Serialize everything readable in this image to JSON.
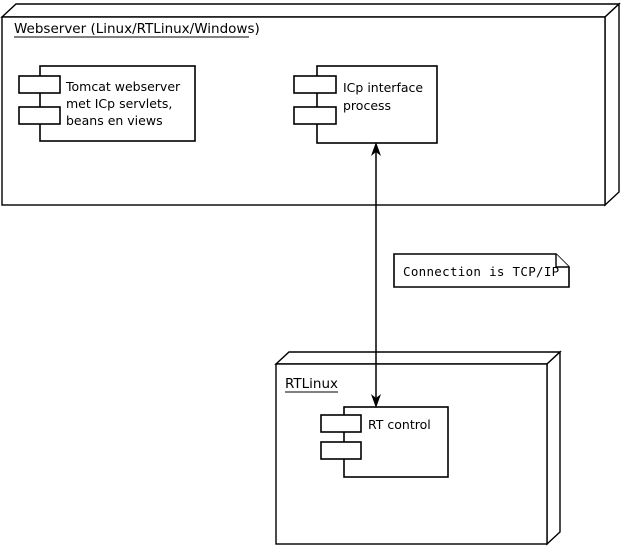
{
  "diagram": {
    "title": "UML Deployment Diagram",
    "stroke_color": "#000000",
    "background_color": "#ffffff"
  },
  "nodes": [
    {
      "id": "webserver",
      "label": "Webserver (Linux/RTLinux/Windows)",
      "label_underlined": true,
      "components": [
        {
          "id": "tomcat",
          "label_lines": [
            "Tomcat webserver",
            "met ICp servlets,",
            "beans en views"
          ]
        },
        {
          "id": "icp-interface",
          "label_lines": [
            "ICp interface",
            "process"
          ]
        }
      ]
    },
    {
      "id": "rtlinux",
      "label": "RTLinux",
      "label_underlined": true,
      "components": [
        {
          "id": "rt-control",
          "label_lines": [
            "RT control"
          ]
        }
      ]
    }
  ],
  "connections": [
    {
      "id": "tcpip-link",
      "from": "rt-control",
      "to": "icp-interface",
      "bidirectional": true,
      "note": "Connection is TCP/IP"
    }
  ],
  "note": {
    "text": "Connection is TCP/IP"
  }
}
